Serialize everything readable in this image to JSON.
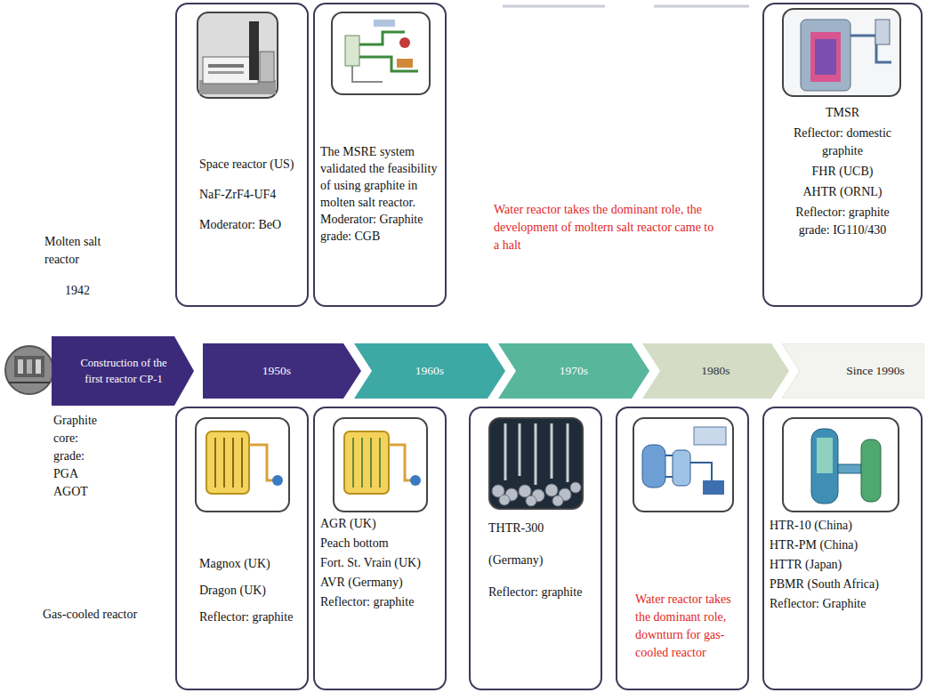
{
  "diagram": {
    "nodes": [
      {
        "text": [
          "Space reactor (US)",
          "NaF-ZrF4-UF4",
          "Moderator: BeO"
        ]
      },
      {
        "text": [
          "The MSRE system validated the feasibility of using graphite in molten salt reactor.",
          "Moderator: Graphite grade: CGB"
        ]
      },
      {
        "text": [
          "TMSR",
          "Reflector: domestic graphite",
          "FHR (UCB)",
          "AHTR (ORNL)",
          "Reflector: graphite grade: IG110/430"
        ]
      },
      {
        "text": [
          "Construction of the first reactor CP-1"
        ]
      },
      {
        "text": [
          "1950s"
        ]
      },
      {
        "text": [
          "1960s"
        ]
      },
      {
        "text": [
          "1970s"
        ]
      },
      {
        "text": [
          "1980s"
        ]
      },
      {
        "text": [
          "Since 1990s"
        ]
      },
      {
        "text": [
          "Magnox (UK)",
          "Dragon (UK)",
          "Reflector: graphite"
        ]
      },
      {
        "text": [
          "AGR (UK)",
          "Peach bottom",
          "Fort. St. Vrain (UK)",
          "AVR (Germany)",
          "Reflector: graphite"
        ]
      },
      {
        "text": [
          "THTR-300",
          "(Germany)",
          "Reflector: graphite"
        ]
      },
      {
        "text": [
          "Water reactor takes the dominant role, downturn for gas-cooled reactor"
        ]
      },
      {
        "text": [
          "HTR-10 (China)",
          "HTR-PM (China)",
          "HTTR (Japan)",
          "PBMR (South Africa)",
          "Reflector: Graphite"
        ]
      }
    ],
    "labels": [
      "Molten salt reactor",
      "1942",
      "Water reactor takes the dominant role, the development of moltern salt reactor came to a halt",
      "Graphite core: grade: PGA AGOT",
      "Gas-cooled reactor"
    ]
  }
}
